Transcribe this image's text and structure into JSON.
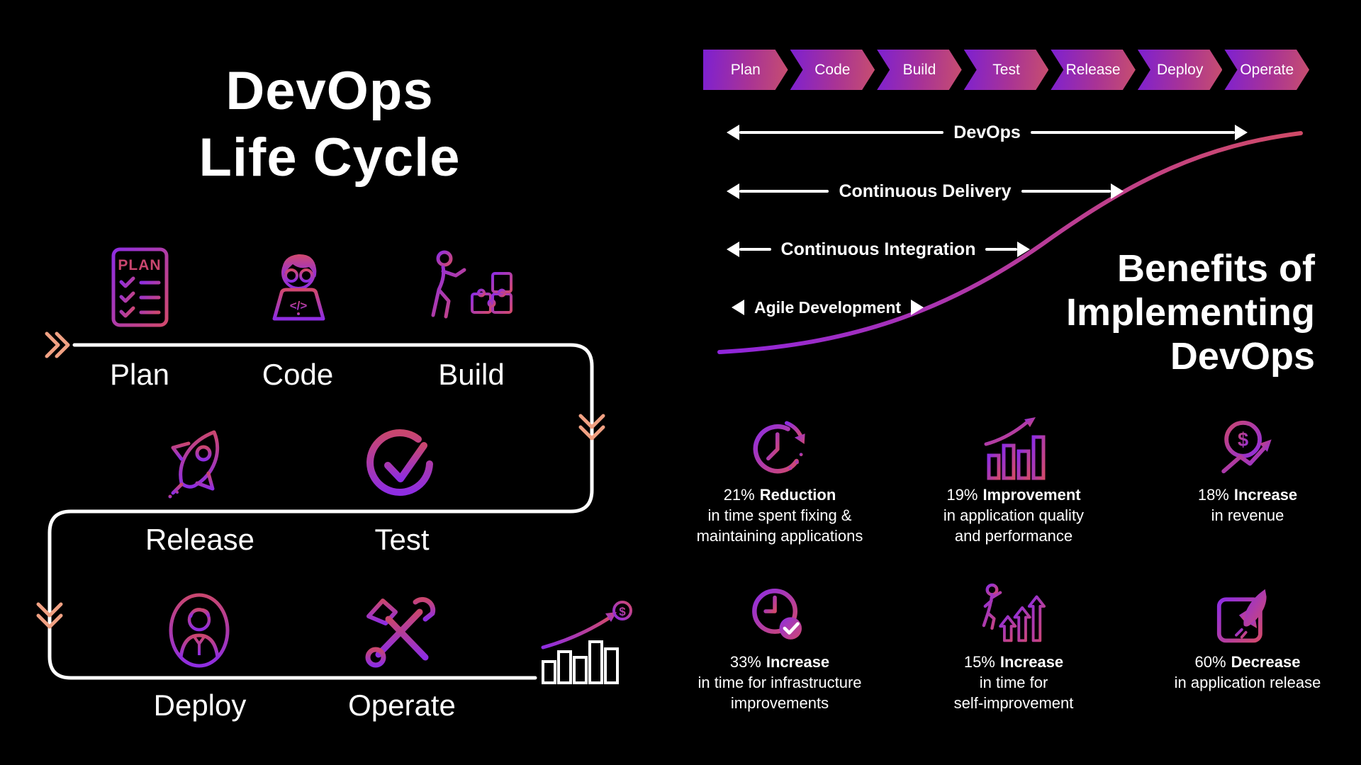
{
  "title": {
    "lines": [
      "DevOps",
      "Life Cycle"
    ]
  },
  "lifecycle": {
    "stages": [
      {
        "label": "Plan",
        "icon": "plan-checklist-icon"
      },
      {
        "label": "Code",
        "icon": "developer-laptop-icon"
      },
      {
        "label": "Build",
        "icon": "puzzle-builder-icon"
      },
      {
        "label": "Release",
        "icon": "rocket-icon"
      },
      {
        "label": "Test",
        "icon": "check-circle-icon"
      },
      {
        "label": "Deploy",
        "icon": "person-portrait-icon"
      },
      {
        "label": "Operate",
        "icon": "hammer-wrench-icon"
      },
      {
        "label_growth_icon": "bar-chart-dollar-icon"
      }
    ]
  },
  "icon_text": {
    "plan": "PLAN",
    "code": "</>",
    "dollar": "$"
  },
  "pipeline": {
    "steps": [
      "Plan",
      "Code",
      "Build",
      "Test",
      "Release",
      "Deploy",
      "Operate"
    ]
  },
  "maturity": {
    "labels": [
      "DevOps",
      "Continuous Delivery",
      "Continuous Integration",
      "Agile Development"
    ]
  },
  "benefits": {
    "heading_lines": [
      "Benefits of",
      "Implementing",
      "DevOps"
    ],
    "stats": [
      {
        "pct": "21%",
        "keyword": "Reduction",
        "lines": [
          "in time spent fixing &",
          "maintaining applications"
        ],
        "icon": "clock-history-icon"
      },
      {
        "pct": "19%",
        "keyword": "Improvement",
        "lines": [
          "in application quality",
          "and performance"
        ],
        "icon": "chart-growth-icon"
      },
      {
        "pct": "18%",
        "keyword": "Increase",
        "lines": [
          "in revenue"
        ],
        "icon": "dollar-trend-icon"
      },
      {
        "pct": "33%",
        "keyword": "Increase",
        "lines": [
          "in time for infrastructure",
          "improvements"
        ],
        "icon": "clock-check-icon"
      },
      {
        "pct": "15%",
        "keyword": "Increase",
        "lines": [
          "in time for",
          "self-improvement"
        ],
        "icon": "person-growth-arrows-icon"
      },
      {
        "pct": "60%",
        "keyword": "Decrease",
        "lines": [
          "in application release"
        ],
        "icon": "rocket-launch-box-icon"
      }
    ]
  },
  "colors": {
    "background": "#000000",
    "purple": "#8e2de2",
    "pink": "#d1496d",
    "magenta": "#b63a9e",
    "flow_arrow_orange": "#f1a183",
    "white": "#ffffff"
  }
}
